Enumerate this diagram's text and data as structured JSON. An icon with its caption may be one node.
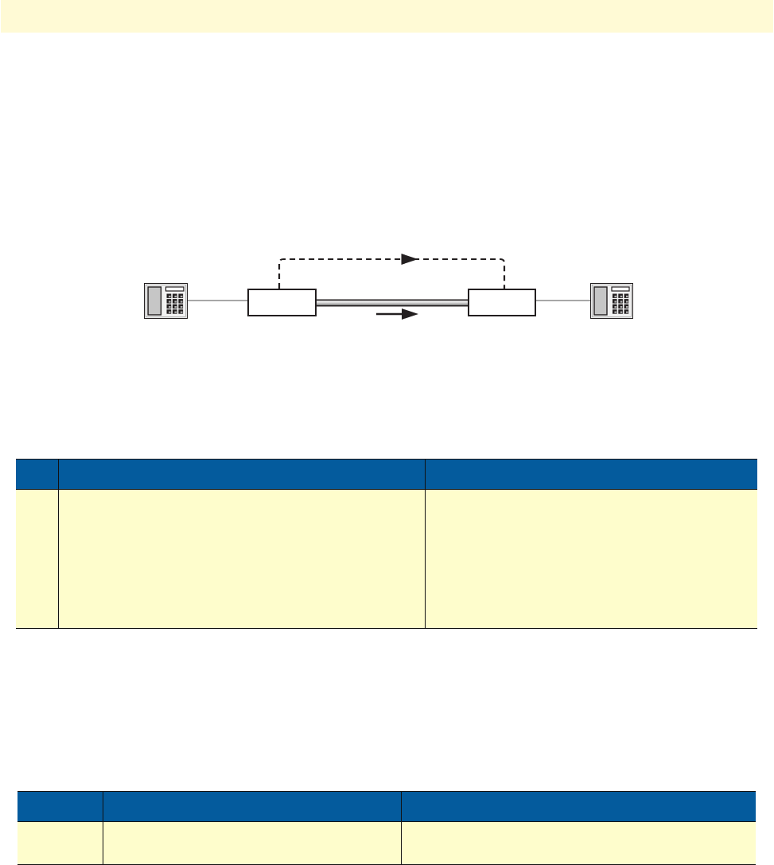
{
  "diagram": {
    "nodes": [
      {
        "text": [],
        "shape": "picture"
      },
      {
        "text": [],
        "shape": "box"
      },
      {
        "text": [],
        "shape": "box"
      },
      {
        "text": [],
        "shape": "picture"
      }
    ],
    "edges": [
      {
        "from": 0,
        "to": 1,
        "arrow": "none"
      },
      {
        "from": 1,
        "to": 2,
        "arrow": "none",
        "style": "thick"
      },
      {
        "from": 1,
        "to": 2,
        "arrow": "to",
        "style": "dashed",
        "color": "#231f20"
      },
      {
        "from": 2,
        "to": 3,
        "arrow": "none"
      }
    ]
  }
}
